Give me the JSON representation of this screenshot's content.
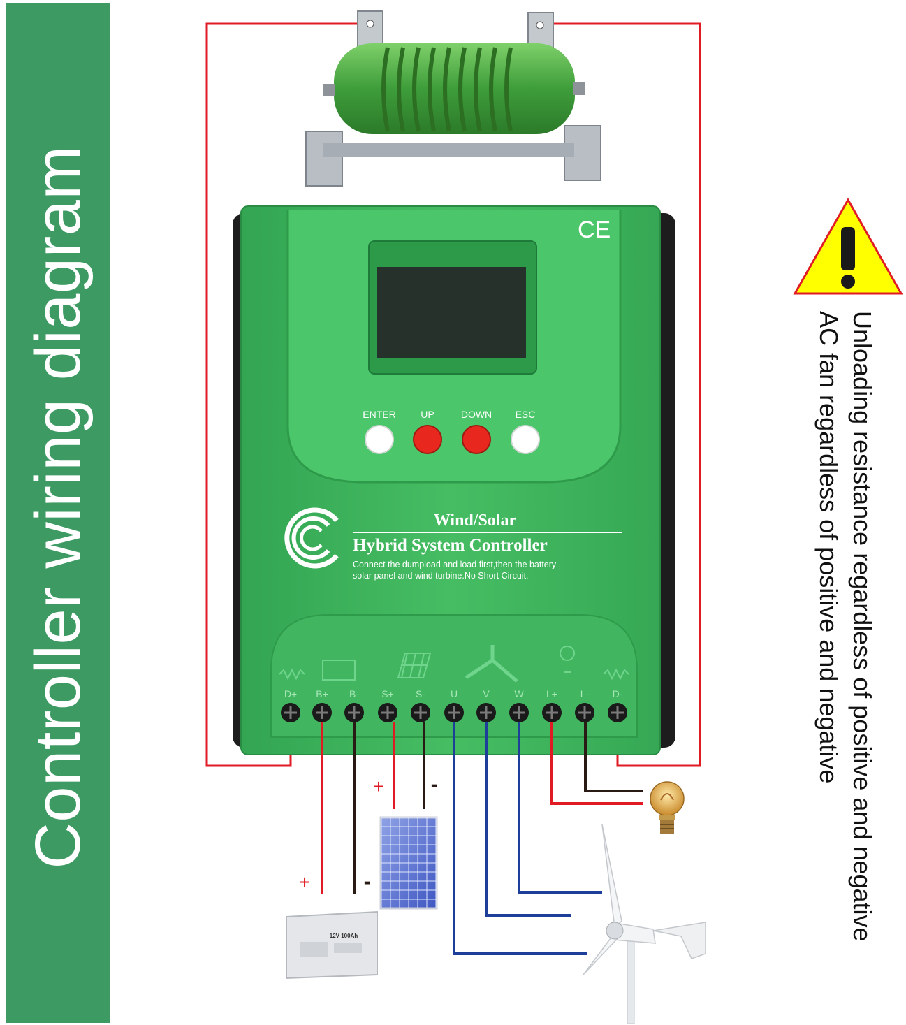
{
  "banner": {
    "title": "Controller wiring diagram",
    "color": "#3c9a62"
  },
  "controller": {
    "mark": "CE",
    "buttons": [
      {
        "label": "ENTER",
        "color": "#ffffff"
      },
      {
        "label": "UP",
        "color": "#e8281e"
      },
      {
        "label": "DOWN",
        "color": "#e8281e"
      },
      {
        "label": "ESC",
        "color": "#ffffff"
      }
    ],
    "title_top": "Wind/Solar",
    "title_main": "Hybrid System Controller",
    "instruction_line1": "Connect the dumpload and load first,then the battery ,",
    "instruction_line2": "solar panel and wind turbine.No Short Circuit.",
    "terminals": [
      "D+",
      "B+",
      "B-",
      "S+",
      "S-",
      "U",
      "V",
      "W",
      "L+",
      "L-",
      "D-"
    ],
    "body_color": "#3fb55e"
  },
  "polarity": {
    "battery_plus": "+",
    "battery_minus": "-",
    "solar_plus": "+",
    "solar_minus": "-"
  },
  "battery": {
    "label": "12V 100Ah"
  },
  "warning": {
    "line1": "Unloading resistance regardless of positive and negative",
    "line2": "AC fan regardless of positive and negative"
  },
  "wire_colors": {
    "red": "#e01b24",
    "black": "#2a1a14",
    "blue": "#1d3f9a"
  }
}
